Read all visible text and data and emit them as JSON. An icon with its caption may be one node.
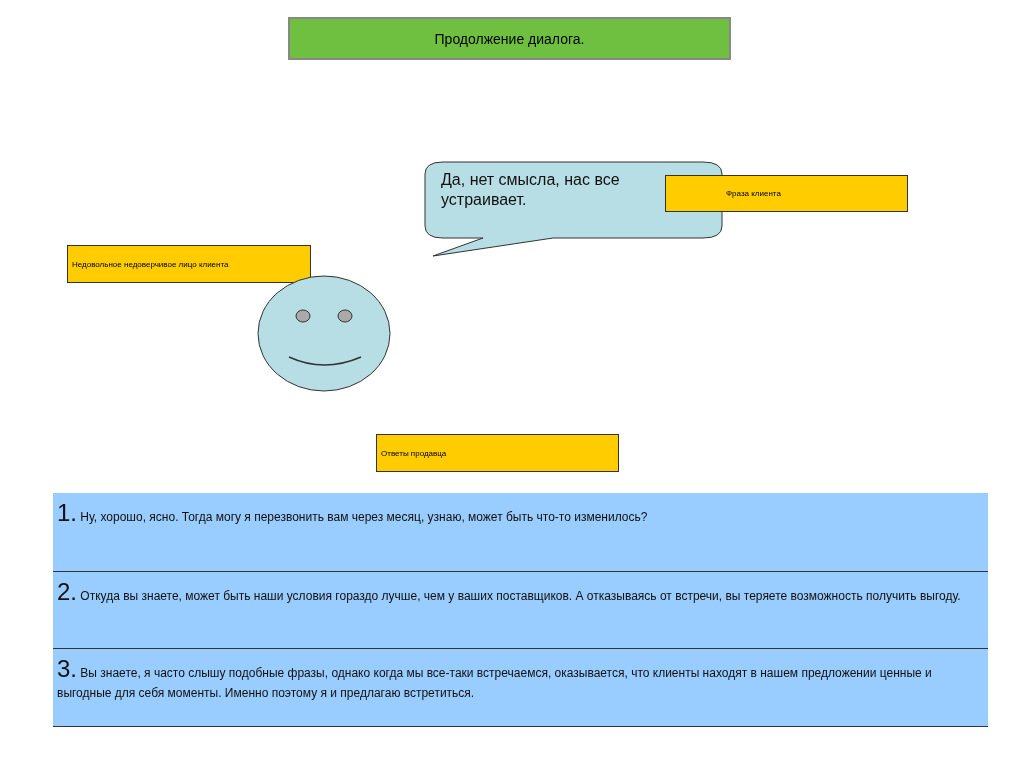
{
  "diagram": {
    "nodes": [
      {
        "text": [
          "Продолжение диалога."
        ]
      },
      {
        "text": [
          "Да, нет смысла, нас все устраивает."
        ]
      },
      {
        "text": [
          "Фраза клиента"
        ]
      },
      {
        "text": [
          "Недовольное недоверчивое лицо клиента"
        ]
      },
      {
        "text": [],
        "shape": "picture"
      },
      {
        "text": [
          "Ответы продавца"
        ]
      },
      {
        "text": [
          "1.",
          "Ну, хорошо, ясно. Тогда могу я перезвонить вам через месяц, узнаю, может быть что-то изменилось?"
        ]
      },
      {
        "text": [
          "2.",
          "Откуда вы знаете, может быть наши условия гораздо лучше, чем у ваших поставщиков. А отказываясь от встречи, вы теряете возможность получить выгоду."
        ]
      },
      {
        "text": [
          "3.",
          "Вы знаете, я часто слышу подобные фразы, однако когда мы все-таки встречаемся, оказывается, что клиенты находят в нашем предложении ценные и выгодные для себя моменты. Именно поэтому я и предлагаю встретиться."
        ]
      }
    ]
  }
}
